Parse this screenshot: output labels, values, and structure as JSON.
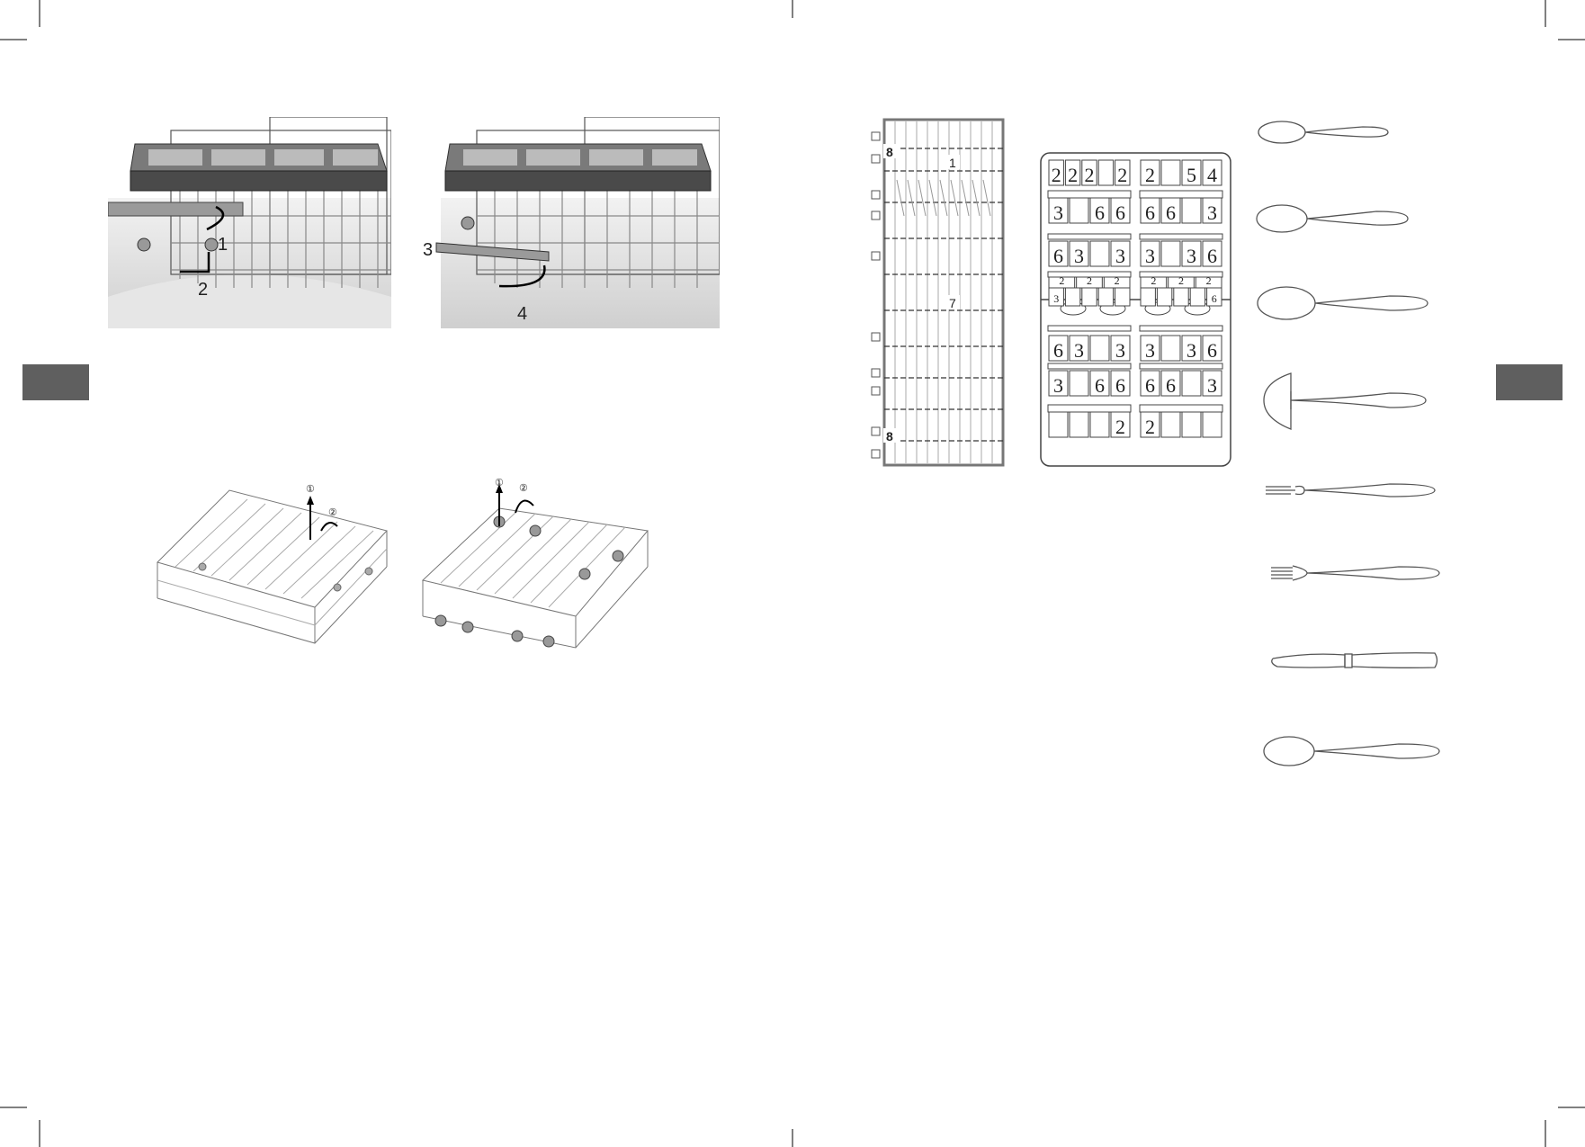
{
  "fig_top_left": {
    "labels": [
      "1",
      "2"
    ]
  },
  "fig_top_right": {
    "labels": [
      "3",
      "4"
    ]
  },
  "fig_basket_left": {
    "labels": [
      "①",
      "②"
    ]
  },
  "fig_basket_right": {
    "labels": [
      "①",
      "②"
    ]
  },
  "cutlery_tray": {
    "labels": [
      "8",
      "1",
      "7",
      "8"
    ]
  },
  "cutlery_basket": {
    "rows": [
      [
        "2",
        "2",
        "2",
        "",
        "2",
        "2",
        "",
        "5",
        "4"
      ],
      [
        "3",
        "",
        "6",
        "6",
        "6",
        "6",
        "",
        "3"
      ],
      [
        "6",
        "3",
        "",
        "3",
        "3",
        "",
        "3",
        "6"
      ],
      [
        "2",
        "2",
        "2",
        "2",
        "2",
        "2"
      ],
      [
        "3",
        "",
        "",
        "",
        "",
        "",
        "",
        "",
        "",
        "6"
      ],
      [
        "6",
        "3",
        "",
        "3",
        "3",
        "",
        "3",
        "6"
      ],
      [
        "3",
        "",
        "6",
        "6",
        "6",
        "6",
        "",
        "3"
      ],
      [
        "",
        "",
        "",
        "2",
        "2",
        "",
        "",
        ""
      ]
    ]
  },
  "utensils": [
    "teaspoon",
    "dessert-spoon",
    "soup-spoon",
    "ladle",
    "serving-fork",
    "dinner-fork",
    "knife",
    "serving-spoon"
  ],
  "colors": {
    "side_tab": "#5f5f5f",
    "line": "#444444"
  }
}
